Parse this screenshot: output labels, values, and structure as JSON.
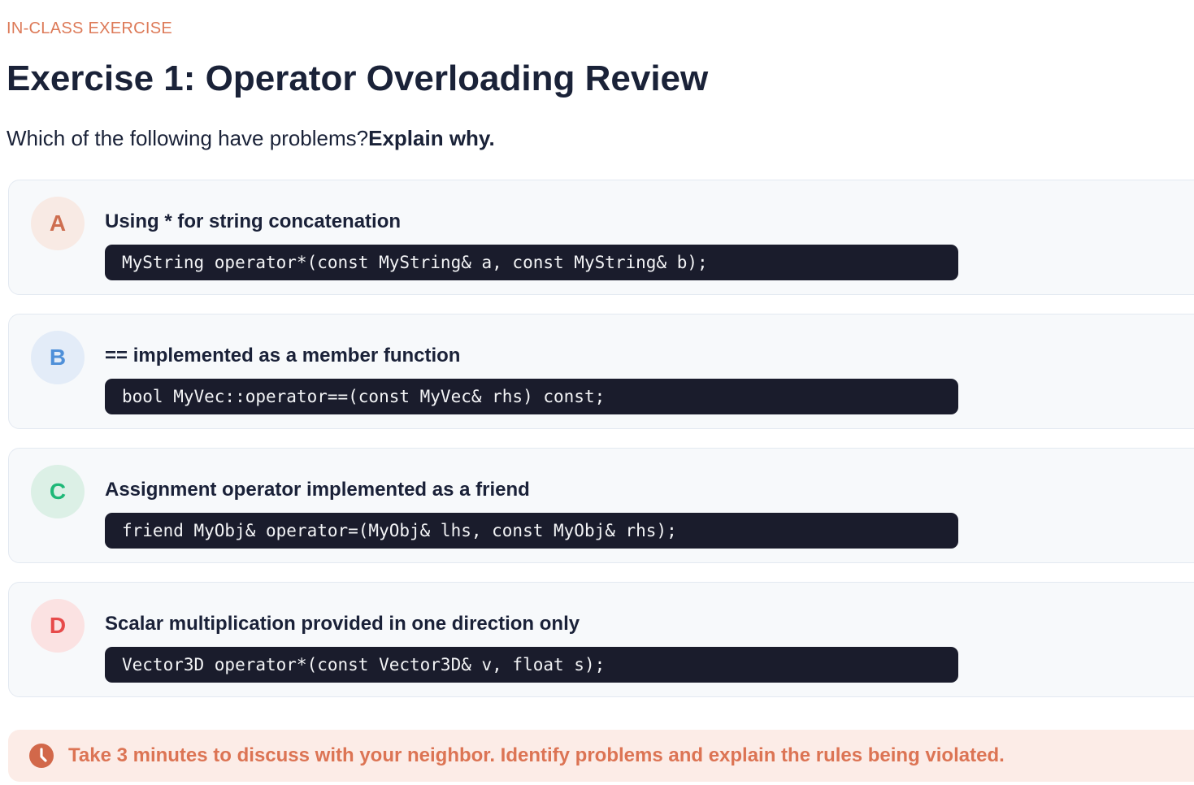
{
  "page": {
    "eyebrow": "IN-CLASS EXERCISE",
    "title": "Exercise 1: Operator Overloading Review",
    "question": "Which of the following have problems?",
    "question_bold": "Explain why."
  },
  "options": [
    {
      "letter": "A",
      "label": "Using * for string concatenation",
      "code": "MyString operator*(const MyString& a, const MyString& b);",
      "badge_bg": "#f8eae4",
      "badge_color": "#ce6e50"
    },
    {
      "letter": "B",
      "label": "== implemented as a member function",
      "code": "bool MyVec::operator==(const MyVec& rhs) const;",
      "badge_bg": "#e3ecf8",
      "badge_color": "#4f90d9"
    },
    {
      "letter": "C",
      "label": "Assignment operator implemented as a friend",
      "code": "friend MyObj& operator=(MyObj& lhs, const MyObj& rhs);",
      "badge_bg": "#dcf0e6",
      "badge_color": "#1fb878"
    },
    {
      "letter": "D",
      "label": "Scalar multiplication provided in one direction only",
      "code": "Vector3D operator*(const Vector3D& v, float s);",
      "badge_bg": "#fbe2e2",
      "badge_color": "#e74a4a"
    }
  ],
  "footer": {
    "icon": "clock-icon",
    "text": "Take 3 minutes to discuss with your neighbor. Identify problems and explain the rules being violated."
  },
  "colors": {
    "accent": "#dd7a58",
    "heading": "#1a2238",
    "card_bg": "#f7f9fb",
    "card_border": "#e3e9f1",
    "code_bg": "#1a1c2c",
    "code_text": "#f3f4f6",
    "banner_bg": "#fcece7",
    "banner_text": "#dc7454",
    "clock_fill": "#d2684a"
  }
}
